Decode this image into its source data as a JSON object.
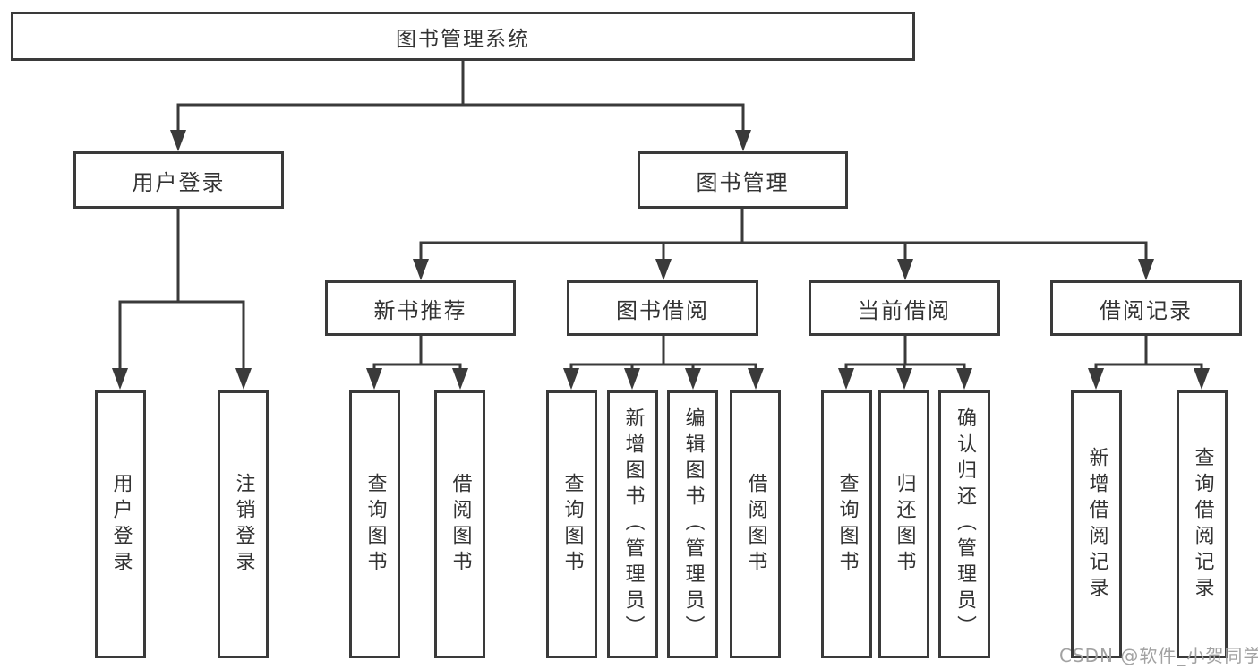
{
  "diagram": {
    "type": "function-structure-tree",
    "orientation": "top-down"
  },
  "tree": {
    "root": {
      "label": "图书管理系统",
      "children": [
        {
          "label": "用户登录",
          "children": [
            {
              "label": "用户登录"
            },
            {
              "label": "注销登录"
            }
          ]
        },
        {
          "label": "图书管理",
          "children": [
            {
              "label": "新书推荐",
              "children": [
                {
                  "label": "查询图书"
                },
                {
                  "label": "借阅图书"
                }
              ]
            },
            {
              "label": "图书借阅",
              "children": [
                {
                  "label": "查询图书"
                },
                {
                  "label": "新增图书（管理员）"
                },
                {
                  "label": "编辑图书（管理员）"
                },
                {
                  "label": "借阅图书"
                }
              ]
            },
            {
              "label": "当前借阅",
              "children": [
                {
                  "label": "查询图书"
                },
                {
                  "label": "归还图书"
                },
                {
                  "label": "确认归还（管理员）"
                }
              ]
            },
            {
              "label": "借阅记录",
              "children": [
                {
                  "label": "新增借阅记录"
                },
                {
                  "label": "查询借阅记录"
                }
              ]
            }
          ]
        }
      ]
    }
  },
  "watermark": {
    "text": "CSDN @软件_小贺同学"
  },
  "colors": {
    "background": "#ffffff",
    "line": "#3a3a3a",
    "box_border": "#3a3a3a",
    "text": "#333333",
    "watermark": "#a2a2a2"
  }
}
